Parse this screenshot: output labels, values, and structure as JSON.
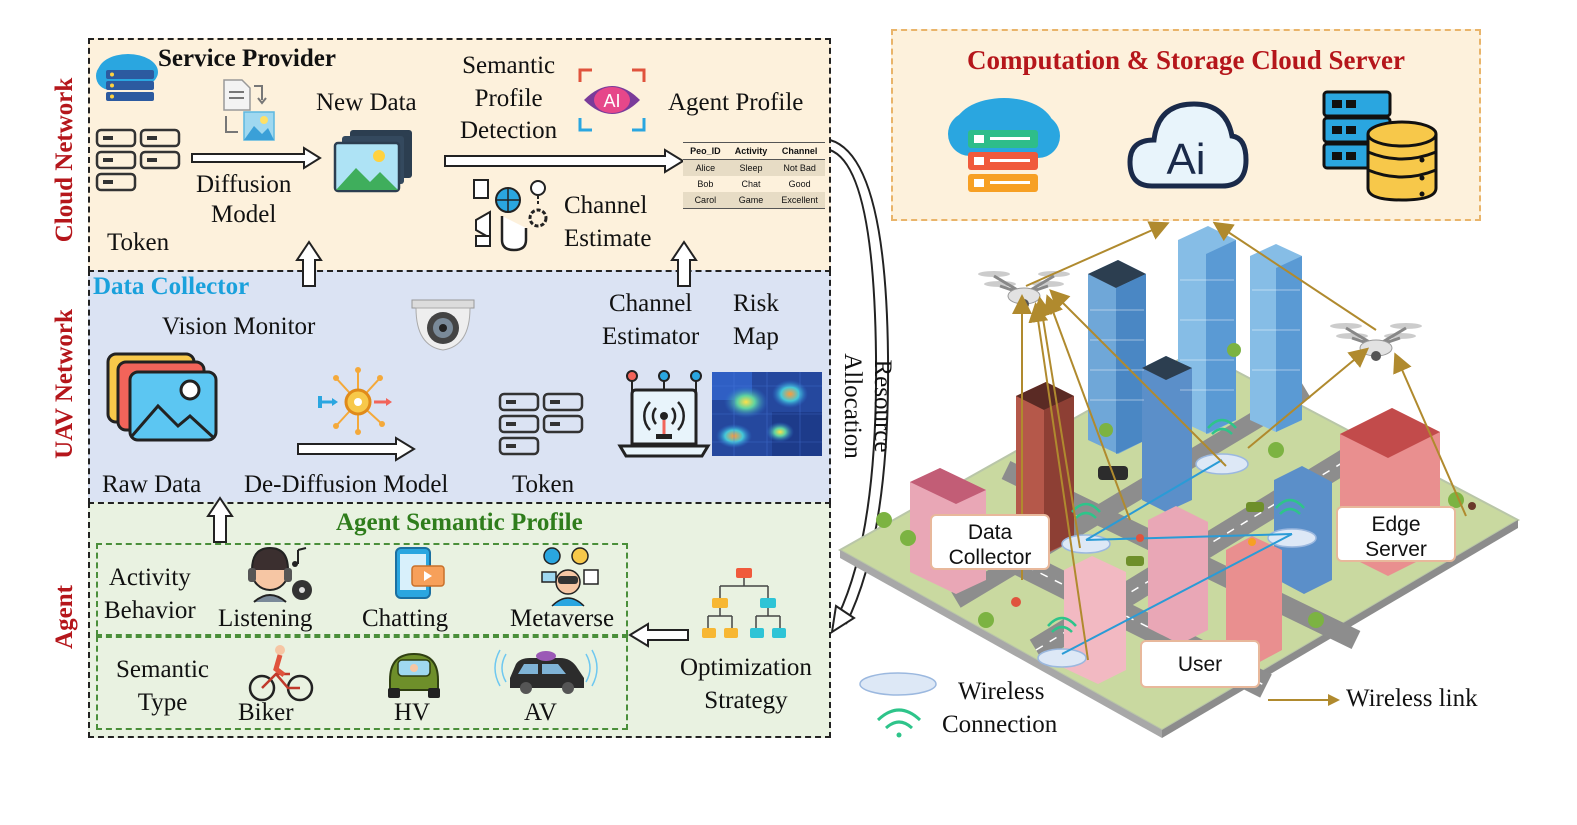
{
  "layers": {
    "cloud": "Cloud Network",
    "uav": "UAV Network",
    "agent": "Agent"
  },
  "cloud_section": {
    "service_provider": "Service Provider",
    "new_data": "New Data",
    "semantic_line1": "Semantic",
    "semantic_line2": "Profile",
    "semantic_line3": "Detection",
    "ai_badge": "AI",
    "agent_profile": "Agent Profile",
    "diffusion_line1": "Diffusion",
    "diffusion_line2": "Model",
    "token": "Token",
    "channel_line1": "Channel",
    "channel_line2": "Estimate"
  },
  "profile_table": {
    "headers": [
      "Peo_ID",
      "Activity",
      "Channel"
    ],
    "rows": [
      [
        "Alice",
        "Sleep",
        "Not Bad"
      ],
      [
        "Bob",
        "Chat",
        "Good"
      ],
      [
        "Carol",
        "Game",
        "Excellent"
      ]
    ]
  },
  "uav_section": {
    "data_collector": "Data Collector",
    "vision_monitor": "Vision Monitor",
    "channel_estimator_line1": "Channel",
    "channel_estimator_line2": "Estimator",
    "risk_line1": "Risk",
    "risk_line2": "Map",
    "raw_data": "Raw Data",
    "de_diffusion": "De-Diffusion Model",
    "token": "Token"
  },
  "agent_section": {
    "title": "Agent Semantic Profile",
    "activity_line1": "Activity",
    "activity_line2": "Behavior",
    "listening": "Listening",
    "chatting": "Chatting",
    "metaverse": "Metaverse",
    "semantic_type_line1": "Semantic",
    "semantic_type_line2": "Type",
    "biker": "Biker",
    "hv": "HV",
    "av": "AV",
    "optimization_line1": "Optimization",
    "optimization_line2": "Strategy"
  },
  "resource_allocation": {
    "line1": "Resource",
    "line2": "Allocation"
  },
  "right_panel": {
    "cloud_server_title": "Computation & Storage Cloud Server",
    "ai_text": "Ai",
    "data_collector_line1": "Data",
    "data_collector_line2": "Collector",
    "edge_line1": "Edge",
    "edge_line2": "Server",
    "user": "User"
  },
  "legend": {
    "wireless_connection_line1": "Wireless",
    "wireless_connection_line2": "Connection",
    "wireless_link": "Wireless link"
  },
  "colors": {
    "cloud_bg": "#fdf1dc",
    "uav_bg": "#dbe3f3",
    "agent_bg": "#e9f2e1",
    "layer_title_red": "#b5161b",
    "data_collector_blue": "#1aa1dc",
    "agent_title_green": "#2f7d1c",
    "link_gold": "#b08a2e",
    "connection_blue": "#2a9bd6"
  }
}
